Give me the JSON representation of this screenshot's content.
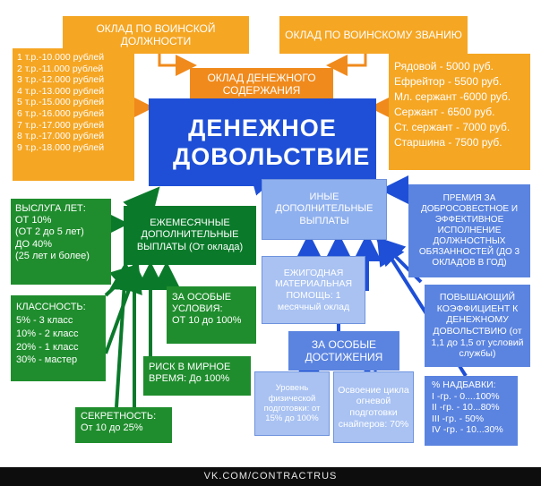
{
  "top": {
    "position_salary": "ОКЛАД ПО ВОИНСКОЙ ДОЛЖНОСТИ",
    "rank_salary": "ОКЛАД ПО ВОИНСКОМУ ЗВАНИЮ",
    "pay_salary": "ОКЛАД ДЕНЕЖНОГО СОДЕРЖАНИЯ"
  },
  "main_title": "ДЕНЕЖНОЕ ДОВОЛЬСТВИЕ",
  "tariff_list": [
    "1 т.р.-10.000 рублей",
    "2 т.р.-11.000 рублей",
    "3 т.р.-12.000 рублей",
    "4 т.р.-13.000 рублей",
    "5 т.р.-15.000 рублей",
    "6 т.р.-16.000 рублей",
    "7 т.р.-17.000 рублей",
    "8 т.р.-17.000 рублей",
    "9 т.р.-18.000 рублей"
  ],
  "ranks_list": [
    "Рядовой - 5000 руб.",
    "Ефрейтор - 5500 руб.",
    "Мл. сержант -6000 руб.",
    "Сержант - 6500 руб.",
    "Ст. сержант - 7000 руб.",
    "Старшина - 7500 руб."
  ],
  "green": {
    "monthly": "ЕЖЕМЕСЯЧНЫЕ ДОПОЛНИТЕЛЬНЫЕ ВЫПЛАТЫ (От оклада)",
    "seniority": [
      "ВЫСЛУГА ЛЕТ:",
      "ОТ 10%",
      "(ОТ 2 до 5 лет)",
      "ДО 40%",
      "(25 лет и более)"
    ],
    "class": [
      "КЛАССНОСТЬ:",
      "5% - 3 класс",
      "10% - 2 класс",
      "20% - 1 класс",
      "30% - мастер"
    ],
    "special_conditions": [
      "ЗА ОСОБЫЕ УСЛОВИЯ:",
      "ОТ 10 до 100%"
    ],
    "peace_risk": [
      "РИСК В МИРНОЕ ВРЕМЯ: До 100%"
    ],
    "secrecy": [
      "СЕКРЕТНОСТЬ:",
      "От 10 до 25%"
    ]
  },
  "blue": {
    "other": "ИНЫЕ ДОПОЛНИТЕЛЬНЫЕ ВЫПЛАТЫ",
    "annual_help": "ЕЖИГОДНАЯ МАТЕРИАЛЬНАЯ ПОМОЩЬ: 1 месячный оклад",
    "achievements": "ЗА ОСОБЫЕ ДОСТИЖЕНИЯ",
    "physical": "Уровень физической подготовки: от 15% до 100%",
    "sniper": "Освоение цикла огневой подготовки снайперов: 70%",
    "bonus": "ПРЕМИЯ ЗА ДОБРОСОВЕСТНОЕ И ЭФФЕКТИВНОЕ ИСПОЛНЕНИЕ ДОЛЖНОСТНЫХ ОБЯЗАННОСТЕЙ (до 3 окладов в год)",
    "raising": "ПОВЫШАЮЩИЙ КОЭФФИЦИЕНТ К ДЕНЕЖНОМУ ДОВОЛЬСТВИЮ (от 1,1 до 1,5 от условий службы)",
    "allowance_title": "% НАДБАВКИ:",
    "allowance_list": [
      "I -гр. - 0....100%",
      "II -гр. - 10...80%",
      "III -гр. - 50%",
      "IV -гр. - 10...30%"
    ]
  },
  "footer": "VK.COM/CONTRACTRUS",
  "colors": {
    "orange": "#f5a623",
    "blue": "#1e4fd6",
    "light_blue": "#a9c2f2",
    "green": "#0a7a2a"
  }
}
